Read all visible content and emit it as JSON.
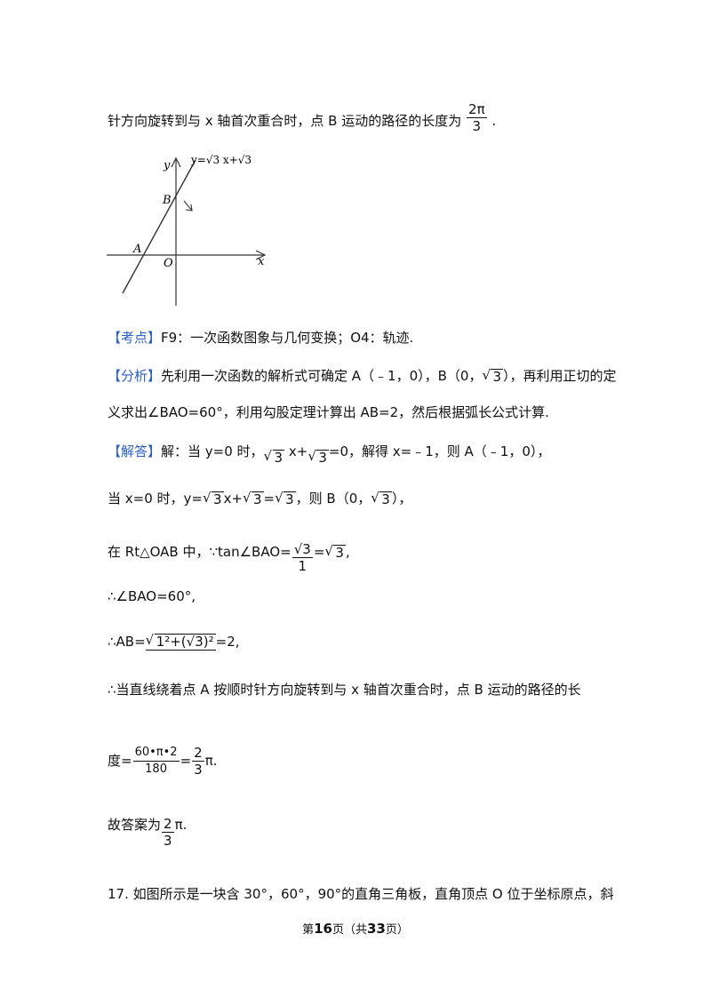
{
  "line1": {
    "text": "针方向旋转到与 x 轴首次重合时，点 B 运动的路径的长度为",
    "answer_num": "2π",
    "answer_den": "3",
    "end": "."
  },
  "graph": {
    "eq": "y=√3 x+√3",
    "y": "y",
    "x": "x",
    "B": "B",
    "A": "A",
    "O": "O"
  },
  "kaodian": {
    "tag": "【考点】",
    "text": "F9：一次函数图象与几何变换；O4：轨迹."
  },
  "fenxi": {
    "tag": "【分析】",
    "l1a": "先利用一次函数的解析式可确定 A（﹣1，0），B（0，",
    "l1b": "3",
    "l1c": "），再利用正切的定",
    "l2": "义求出∠BAO=60°，利用勾股定理计算出 AB=2，然后根据弧长公式计算."
  },
  "jieda": {
    "tag": "【解答】",
    "l1a": "解：当 y=0 时，",
    "l1b": "3",
    "l1c": "x+",
    "l1d": "3",
    "l1e": "=0，解得 x=﹣1，则 A（﹣1，0），",
    "l2a": "当 x=0 时，y=",
    "l2b": "3",
    "l2c": "x+",
    "l2d": "3",
    "l2e": "=",
    "l2f": "3",
    "l2g": "，则 B（0，",
    "l2h": "3",
    "l2i": "），",
    "l3a": "在 Rt△OAB 中，∵tan∠BAO=",
    "l3num": "√3",
    "l3den": "1",
    "l3b": "=",
    "l3c": "3",
    "l3d": ",",
    "l4": "∴∠BAO=60°,",
    "l5a": "∴AB=",
    "l5b": "1²+(√3)²",
    "l5c": "=2,",
    "l6": "∴当直线绕着点 A 按顺时针方向旋转到与 x 轴首次重合时，点 B 运动的路径的长",
    "l7a": "度=",
    "l7num": "60•π•2",
    "l7den": "180",
    "l7b": "=",
    "l7num2": "2",
    "l7den2": "3",
    "l7c": "π.",
    "l8a": "故答案为",
    "l8num": "2",
    "l8den": "3",
    "l8b": "π."
  },
  "q17": "17. 如图所示是一块含 30°，60°，90°的直角三角板，直角顶点 O 位于坐标原点，斜",
  "footer": {
    "a": "第",
    "page": "16",
    "b": "页（共",
    "total": "33",
    "c": "页）"
  }
}
